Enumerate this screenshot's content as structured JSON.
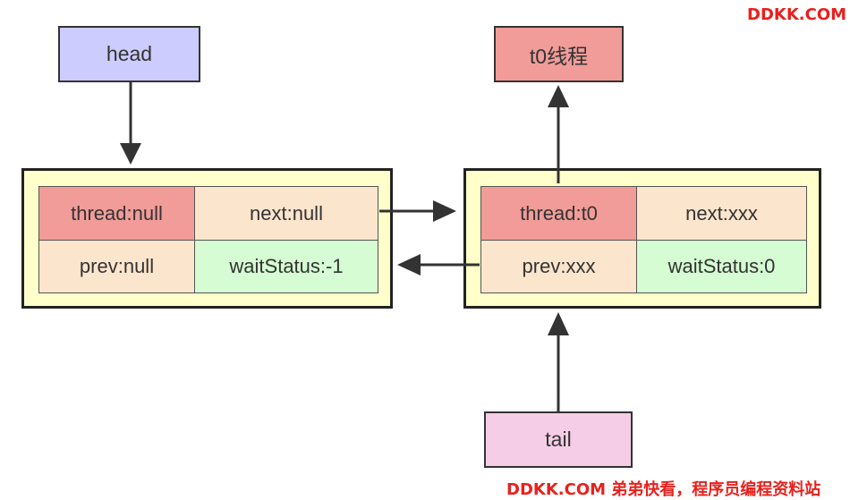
{
  "watermark_top": "DDKK.COM",
  "watermark_bottom": "DDKK.COM 弟弟快看，程序员编程资料站",
  "pointers": {
    "head": "head",
    "thread_owner": "t0线程",
    "tail": "tail"
  },
  "nodes": [
    {
      "thread": "thread:null",
      "next": "next:null",
      "prev": "prev:null",
      "waitStatus": "waitStatus:-1"
    },
    {
      "thread": "thread:t0",
      "next": "next:xxx",
      "prev": "prev:xxx",
      "waitStatus": "waitStatus:0"
    }
  ],
  "colors": {
    "head_fill": "#ccccff",
    "thread_owner_fill": "#f19c99",
    "tail_fill": "#f6cde6",
    "node_fill": "#ffffcc",
    "thread_cell_fill": "#f19c99",
    "field_cell_fill": "#fce5cd",
    "wait_status_fill": "#d5fcd2",
    "watermark": "#e8201c"
  }
}
